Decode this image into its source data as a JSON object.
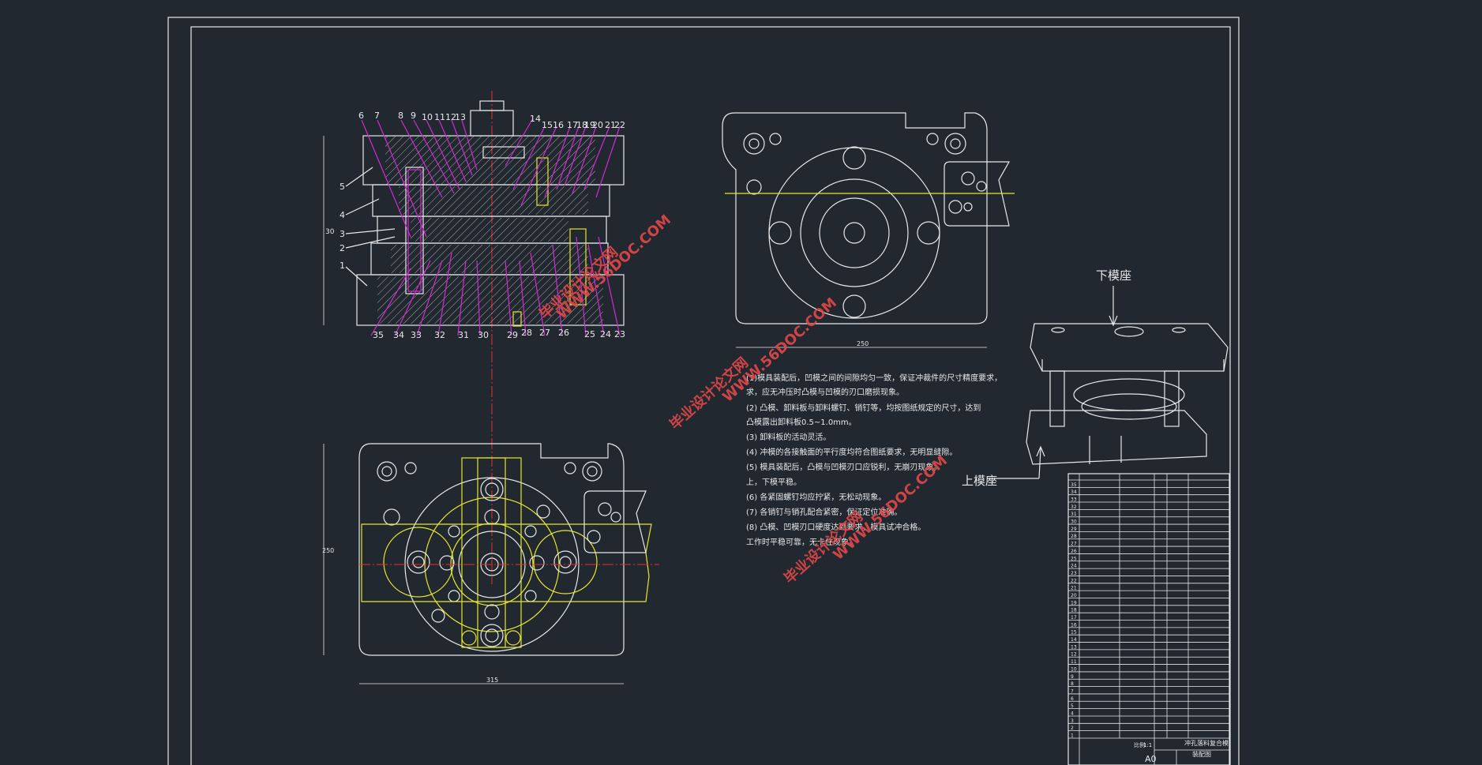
{
  "colors": {
    "background": "#212830",
    "line": "#e8e8e8",
    "yellow": "#e6e62e",
    "magenta": "#d42ad4",
    "red": "#e03030"
  },
  "front_view": {
    "part_numbers_top": [
      "6",
      "7",
      "8",
      "9",
      "10",
      "11",
      "12",
      "13",
      "14",
      "15",
      "16",
      "17",
      "18",
      "19",
      "20",
      "21",
      "22"
    ],
    "part_numbers_bottom": [
      "35",
      "34",
      "33",
      "32",
      "31",
      "30",
      "29",
      "28",
      "27",
      "26",
      "25",
      "24",
      "23"
    ],
    "part_numbers_left": [
      "5",
      "4",
      "3",
      "2",
      "1"
    ],
    "height_dim": "30"
  },
  "top_view": {
    "width_dim": "250"
  },
  "plan_view": {
    "width_dim": "315",
    "height_dim": "250"
  },
  "iso_view": {
    "label_top": "下模座",
    "label_bottom": "上模座"
  },
  "notes": {
    "lines": [
      "(1)模具装配后，凹模之间的间隙均匀一致，保证冲裁件的尺寸精度要求，",
      "求，应无冲压时凸模与凹模的刃口磨损现象。",
      "(2) 凸模、卸料板与卸料螺钉、销钉等，均按图纸规定的尺寸，达到",
      "凸模露出卸料板0.5~1.0mm。",
      "(3) 卸料板的活动灵活。",
      "(4) 冲模的各接触面的平行度均符合图纸要求，无明显缝隙。",
      "(5) 模具装配后，凸模与凹模刃口应锐利，无崩刃现象。",
      "(6) 各紧固螺钉均应拧紧，无松动现象。",
      "(7) 各销钉与销孔配合紧密，保证定位准确。",
      "(8) 凸模、凹模刃口硬度达到要求，模具试冲合格。",
      "上，下模平稳。",
      "工作时平稳可靠，无卡住现象。"
    ]
  },
  "watermarks": [
    "毕业设计论文网",
    "WWW.56DOC.COM"
  ],
  "title_block": {
    "scale_label": "比例",
    "scale": "1:1",
    "sheet": "A0",
    "drawing_title": "冲孔落料复合模",
    "drawing_subtitle": "装配图"
  },
  "bom": {
    "rows": [
      "35",
      "34",
      "33",
      "32",
      "31",
      "30",
      "29",
      "28",
      "27",
      "26",
      "25",
      "24",
      "23",
      "22",
      "21",
      "20",
      "19",
      "18",
      "17",
      "16",
      "15",
      "14",
      "13",
      "12",
      "11",
      "10",
      "9",
      "8",
      "7",
      "6",
      "5",
      "4",
      "3",
      "2",
      "1"
    ]
  }
}
